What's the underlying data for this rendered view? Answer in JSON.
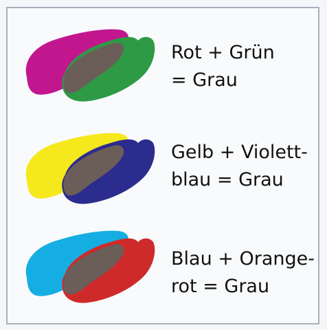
{
  "rows": [
    {
      "line1": "Rot + Grün",
      "line2": "= Grau",
      "left_color": "#c2168f",
      "right_color": "#2e9a45",
      "mix_color": "#6b5e58"
    },
    {
      "line1": "Gelb + Violett-",
      "line2": "blau = Grau",
      "left_color": "#f5e81c",
      "right_color": "#2c2b8e",
      "mix_color": "#6b5e58"
    },
    {
      "line1": "Blau + Orange-",
      "line2": "rot = Grau",
      "left_color": "#15aee3",
      "right_color": "#cf2a2a",
      "mix_color": "#6b5e58"
    }
  ]
}
